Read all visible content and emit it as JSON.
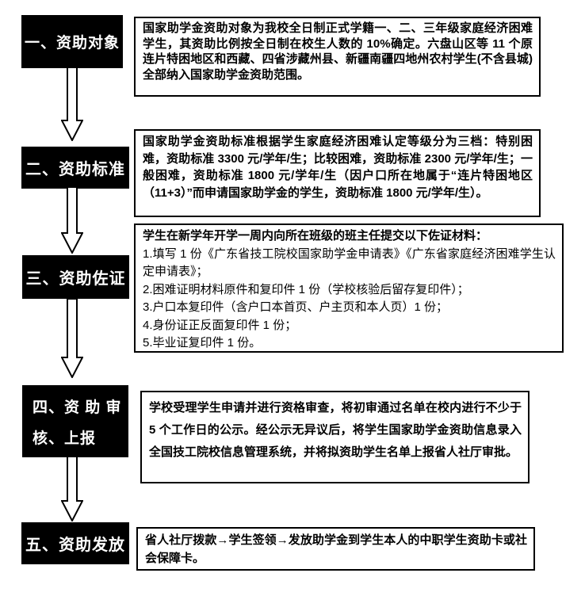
{
  "colors": {
    "step_box_background": "#000000",
    "step_box_text": "#ffffff",
    "description_border": "#000000",
    "description_text": "#000000",
    "page_background": "#ffffff"
  },
  "steps": [
    {
      "label": "一、资助对象",
      "description": "国家助学金资助对象为我校全日制正式学籍一、二、三年级家庭经济困难学生，其资助比例按全日制在校生人数的 10%确定。六盘山区等 11 个原连片特困地区和西藏、四省涉藏州县、新疆南疆四地州农村学生(不含县城)全部纳入国家助学金资助范围。"
    },
    {
      "label": "二、资助标准",
      "description": "国家助学金资助标准根据学生家庭经济困难认定等级分为三档：特别困难，资助标准 3300 元/学年/生；比较困难，资助标准 2300 元/学年/生；一般困难，资助标准 1800 元/学年/生（因户口所在地属于“连片特困地区（11+3）”而申请国家助学金的学生，资助标准 1800 元/学年/生）。"
    },
    {
      "label": "三、资助佐证",
      "header": "学生在新学年开学一周内向所在班级的班主任提交以下佐证材料：",
      "items": [
        "1.填写 1 份《广东省技工院校国家助学金申请表》《广东省家庭经济困难学生认定申请表》；",
        "2.困难证明材料原件和复印件 1 份（学校核验后留存复印件）；",
        "3.户口本复印件（含户口本首页、户主页和本人页）1 份；",
        "4.身份证正反面复印件 1 份；",
        "5.毕业证复印件 1 份。"
      ]
    },
    {
      "label_line1": "四、资 助 审",
      "label_line2": "核、上报",
      "description": "学校受理学生申请并进行资格审查，将初审通过名单在校内进行不少于 5 个工作日的公示。经公示无异议后，将学生国家助学金资助信息录入全国技工院校信息管理系统，并将拟资助学生名单上报省人社厅审批。"
    },
    {
      "label": "五、资助发放",
      "description": "省人社厅拨款→学生签领→发放助学金到学生本人的中职学生资助卡或社会保障卡。"
    }
  ]
}
